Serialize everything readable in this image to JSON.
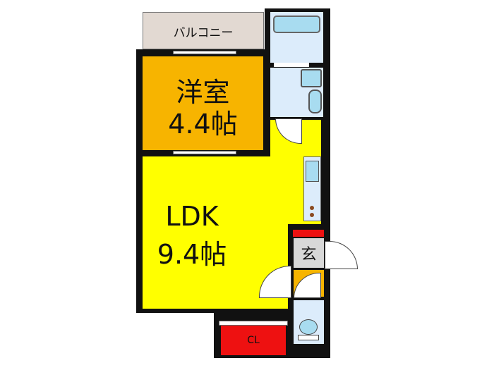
{
  "rooms": {
    "balcony": "バルコニー",
    "western_name": "洋室",
    "western_size": "4.4帖",
    "ldk_name": "LDK",
    "ldk_size": "9.4帖",
    "entrance": "玄",
    "closet": "CL"
  },
  "colors": {
    "western": "#f7b400",
    "ldk": "#ffff00",
    "wet": "#dcecfb",
    "fixture": "#a8dcf0",
    "balcony": "#e2d9d2",
    "closet": "#ee1111",
    "entrance": "#d8d8d8"
  }
}
